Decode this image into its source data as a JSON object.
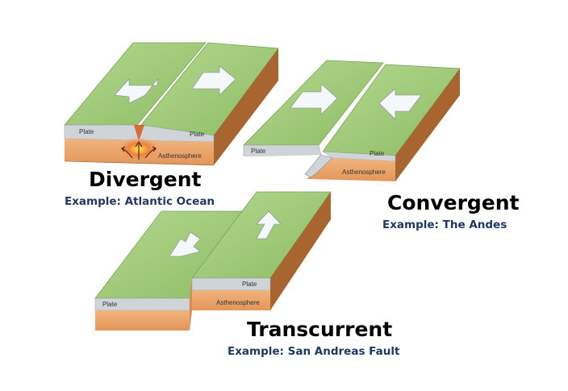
{
  "diagrams": {
    "divergent": {
      "title": "Divergent",
      "example": "Example: Atlantic Ocean",
      "plate_left": "Plate",
      "plate_right": "Plate",
      "layer": "Asthenosphere"
    },
    "convergent": {
      "title": "Convergent",
      "example": "Example: The Andes",
      "plate_left": "Plate",
      "plate_right": "Plate",
      "layer": "Asthenosphere"
    },
    "transcurrent": {
      "title": "Transcurrent",
      "example": "Example: San Andreas Fault",
      "plate_left": "Plate",
      "plate_right": "Plate",
      "layer": "Asthenosphere"
    }
  },
  "colors": {
    "plate_top": "#9cc874",
    "plate_side": "#cfd4d8",
    "asthenosphere": "#e9a46a",
    "bedrock": "#b9773f",
    "example_text": "#1f3864"
  }
}
